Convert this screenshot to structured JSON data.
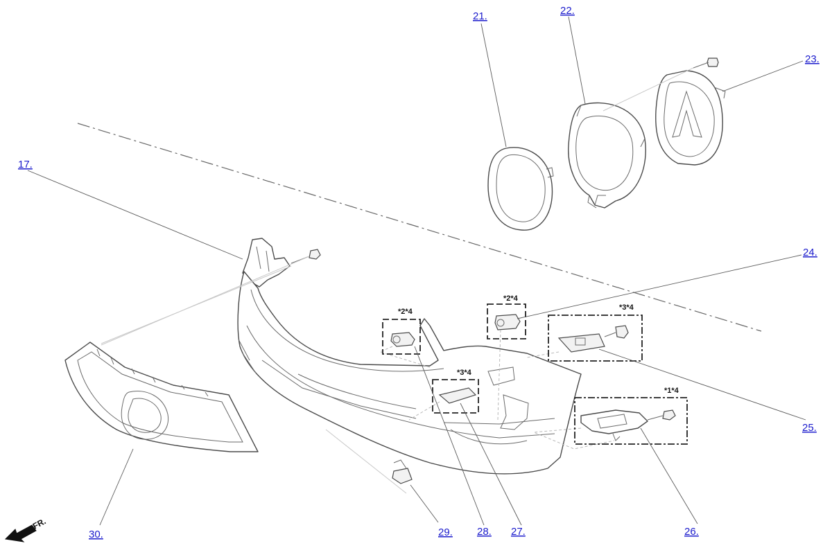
{
  "diagram": {
    "callouts": {
      "c17": "17.",
      "c21": "21.",
      "c22": "22.",
      "c23": "23.",
      "c24": "24.",
      "c25": "25.",
      "c26": "26.",
      "c27": "27.",
      "c28": "28.",
      "c29": "29.",
      "c30": "30."
    },
    "notes": {
      "n28": "*2*4",
      "n24": "*2*4",
      "n25": "*3*4",
      "n27": "*3*4",
      "n26": "*1*4"
    },
    "direction": "FR."
  }
}
